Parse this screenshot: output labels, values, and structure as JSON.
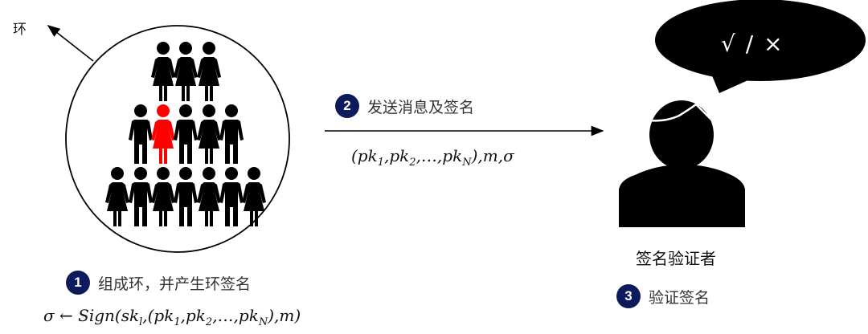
{
  "ring": {
    "label": "环",
    "rows": [
      [
        "female",
        "female",
        "female"
      ],
      [
        "male",
        "female-signer",
        "male",
        "female",
        "male"
      ],
      [
        "female",
        "male",
        "female",
        "male",
        "female",
        "male",
        "female"
      ]
    ],
    "signer_color": "#ff0000",
    "member_color": "#000000"
  },
  "steps": [
    {
      "number": "1",
      "label": "组成环，并产生环签名"
    },
    {
      "number": "2",
      "label": "发送消息及签名"
    },
    {
      "number": "3",
      "label": "验证签名"
    }
  ],
  "formulas": {
    "sign": {
      "prefix": "σ ← Sign(sk",
      "sub_l": "l",
      "mid1": ",(pk",
      "sub_1": "1",
      "mid2": ",pk",
      "sub_2": "2",
      "mid3": ",…,pk",
      "sub_N": "N",
      "suffix": "),m)"
    },
    "message": {
      "prefix": "(pk",
      "sub_1": "1",
      "mid2": ",pk",
      "sub_2": "2",
      "mid3": ",…,pk",
      "sub_N": "N",
      "suffix": "),m,σ"
    }
  },
  "verifier": {
    "title": "签名验证者",
    "bubble_text": "√ / ×"
  },
  "colors": {
    "badge": "#0d1a5c",
    "badge_text": "#ffffff",
    "signer": "#ff0000",
    "ink": "#000000"
  }
}
